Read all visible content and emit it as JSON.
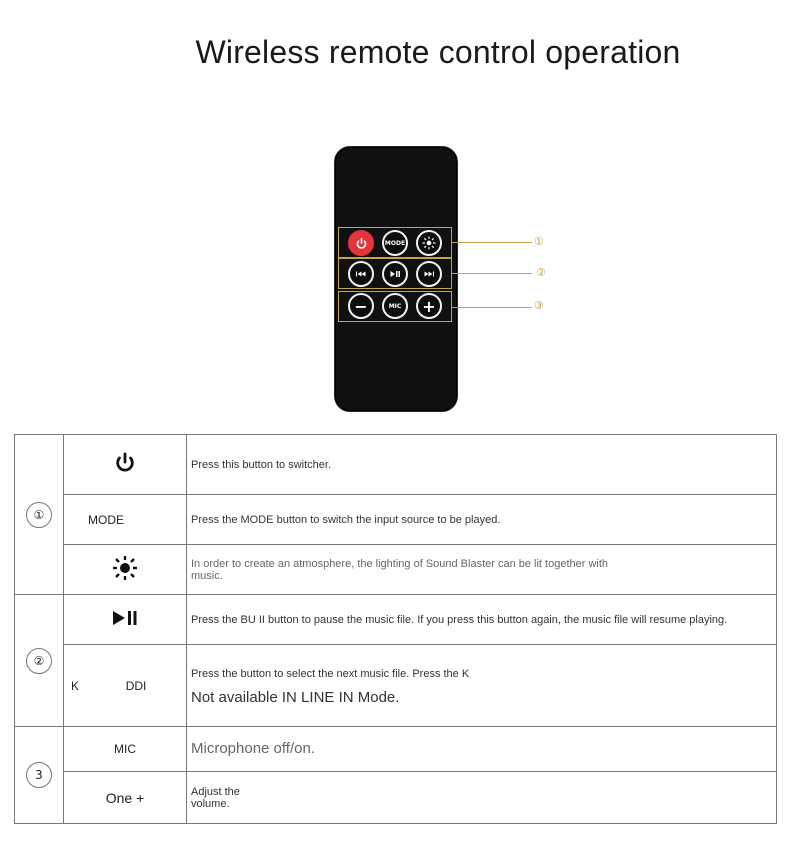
{
  "title": "Wireless remote control operation",
  "remote": {
    "rows": [
      {
        "marker": "①",
        "buttons": [
          "⏻",
          "MODE",
          "☀"
        ]
      },
      {
        "marker": "②",
        "buttons": [
          "⏮",
          "⏯",
          "⏭"
        ]
      },
      {
        "marker": "③",
        "buttons": [
          "−",
          "MIC",
          "+"
        ]
      }
    ]
  },
  "table": {
    "groups": [
      {
        "label": "①"
      },
      {
        "label": "②"
      },
      {
        "label": "3"
      }
    ],
    "rows": [
      {
        "key": "",
        "key_icon": "power-icon",
        "desc": "Press this button to switcher."
      },
      {
        "key": "MODE",
        "desc": "Press the MODE button to switch the input source to be played."
      },
      {
        "key": "",
        "key_icon": "light-icon",
        "desc": "In order to create an atmosphere, the lighting of Sound Blaster can be lit together with music."
      },
      {
        "key": "",
        "key_icon": "play-pause-icon",
        "desc": "Press the BU II button to pause the music file. If you press this button again, the music file will resume playing."
      },
      {
        "key_left": "K",
        "key_right": "DDI",
        "desc": "Press the button to select the next music file. Press the K",
        "note": "Not available IN LINE IN Mode."
      },
      {
        "key": "MIC",
        "desc": "Microphone off/on."
      },
      {
        "key": "One +",
        "desc": "Adjust the volume."
      }
    ]
  },
  "colors": {
    "power_button": "#e4343c",
    "remote_body": "#101010",
    "callout_line": "#c8a24a"
  }
}
